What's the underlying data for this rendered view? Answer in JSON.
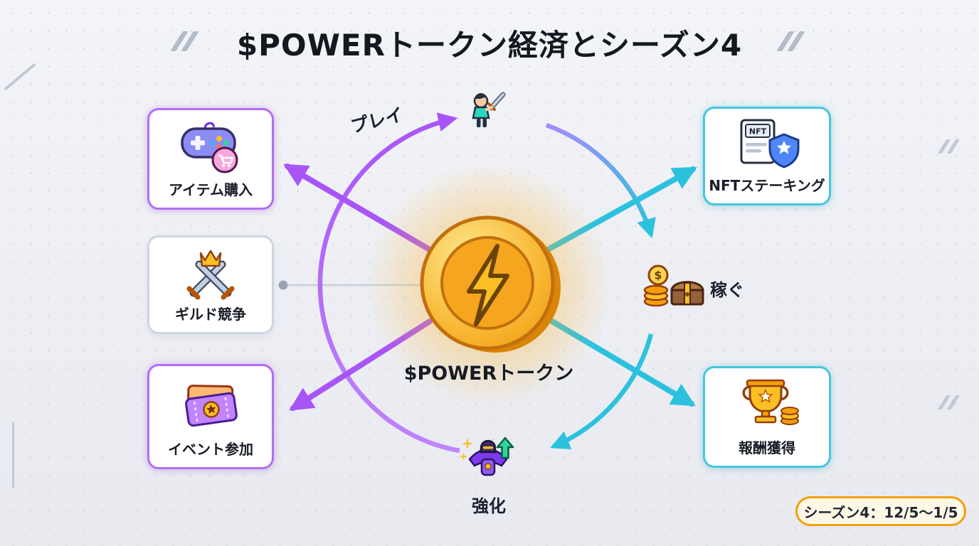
{
  "title": "$POWERトークン経済とシーズン4",
  "center": {
    "label": "$POWERトークン",
    "icon": "lightning-coin-icon"
  },
  "flow_nodes": {
    "play": {
      "label": "プレイ",
      "icon": "warrior-icon"
    },
    "earn": {
      "label": "稼ぐ",
      "icon": "coins-chest-icon",
      "icon_text": "$"
    },
    "enhance": {
      "label": "強化",
      "icon": "knight-upgrade-icon"
    }
  },
  "boxes": {
    "item_purchase": {
      "label": "アイテム購入",
      "icon": "gamepad-cart-icon",
      "accent": "#a855f7"
    },
    "guild": {
      "label": "ギルド競争",
      "icon": "crossed-swords-crown-icon",
      "accent": "#ccd5e2"
    },
    "event": {
      "label": "イベント参加",
      "icon": "ticket-icon",
      "accent": "#a855f7"
    },
    "nft_staking": {
      "label": "NFTステーキング",
      "icon": "nft-shield-icon",
      "icon_text": "NFT",
      "accent": "#35c3de"
    },
    "rewards": {
      "label": "報酬獲得",
      "icon": "trophy-coins-icon",
      "accent": "#35c3de"
    }
  },
  "badge": {
    "label": "シーズン4：12/5〜1/5"
  },
  "colors": {
    "purple": "#a855f7",
    "teal": "#2cc2de",
    "gold": "#f59e0b"
  }
}
